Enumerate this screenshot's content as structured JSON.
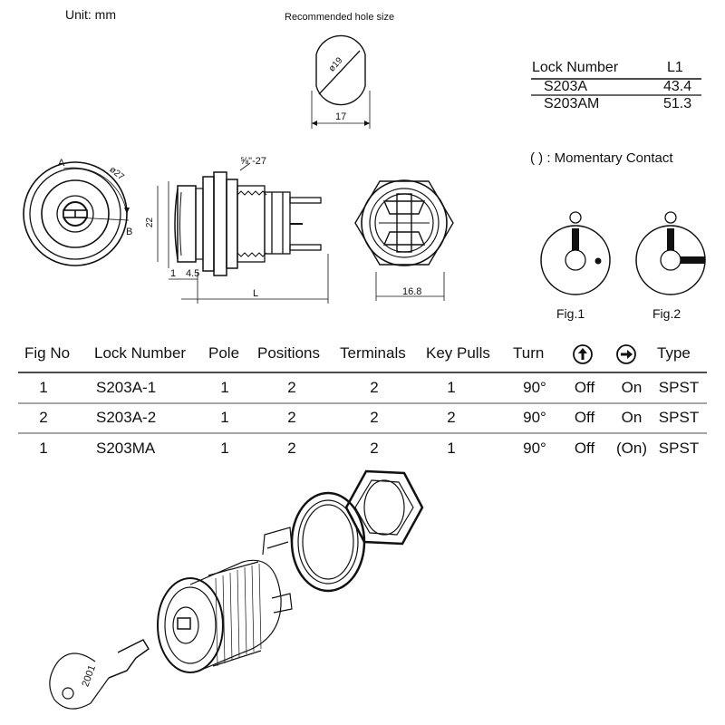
{
  "unit_label": "Unit: mm",
  "hole": {
    "title": "Recommended hole size",
    "diameter": "ø19",
    "width": "17"
  },
  "l1_table": {
    "headers": [
      "Lock Number",
      "L1"
    ],
    "rows": [
      [
        "S203A",
        "43.4"
      ],
      [
        "S203AM",
        "51.3"
      ]
    ]
  },
  "momentary_note": "( ) : Momentary Contact",
  "front_view": {
    "label_a": "A",
    "label_b": "B",
    "diameter": "ø27"
  },
  "side_view": {
    "thread": "⅝\"-27",
    "height": "22",
    "dim_1": "1",
    "dim_45": "4.5",
    "dim_l": "L"
  },
  "back_view": {
    "width": "16.8"
  },
  "figures": [
    {
      "caption": "Fig.1"
    },
    {
      "caption": "Fig.2"
    }
  ],
  "spec_table": {
    "headers": [
      "Fig No",
      "Lock Number",
      "Pole",
      "Positions",
      "Terminals",
      "Key Pulls",
      "Turn",
      "↑",
      "→",
      "Type"
    ],
    "rows": [
      [
        "1",
        "S203A-1",
        "1",
        "2",
        "2",
        "1",
        "90°",
        "Off",
        "On",
        "SPST"
      ],
      [
        "2",
        "S203A-2",
        "1",
        "2",
        "2",
        "2",
        "90°",
        "Off",
        "On",
        "SPST"
      ],
      [
        "1",
        "S203MA",
        "1",
        "2",
        "2",
        "1",
        "90°",
        "Off",
        "(On)",
        "SPST"
      ]
    ]
  },
  "key_text": "2001"
}
